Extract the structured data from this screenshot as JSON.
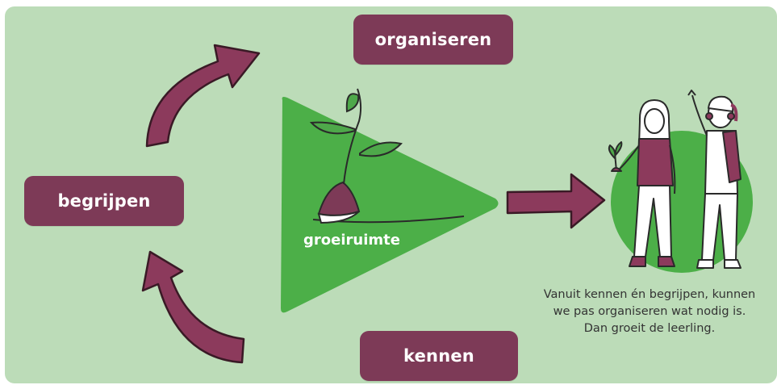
{
  "labels": {
    "organiseren": "organiseren",
    "begrijpen": "begrijpen",
    "kennen": "kennen",
    "groeiruimte": "groeiruimte"
  },
  "caption": {
    "line1": "Vanuit kennen én begrijpen, kunnen",
    "line2": "we pas organiseren wat nodig is.",
    "line3": "Dan groeit de leerling."
  },
  "colors": {
    "background": "#bcdcb8",
    "pill": "#7d3a57",
    "arrow": "#8c3a5c",
    "triangle": "#4caf48",
    "circle": "#4caf48"
  },
  "icons": [
    "curved-arrow-up-icon",
    "curved-arrow-down-icon",
    "right-arrow-icon",
    "sprout-icon",
    "students-illustration"
  ]
}
